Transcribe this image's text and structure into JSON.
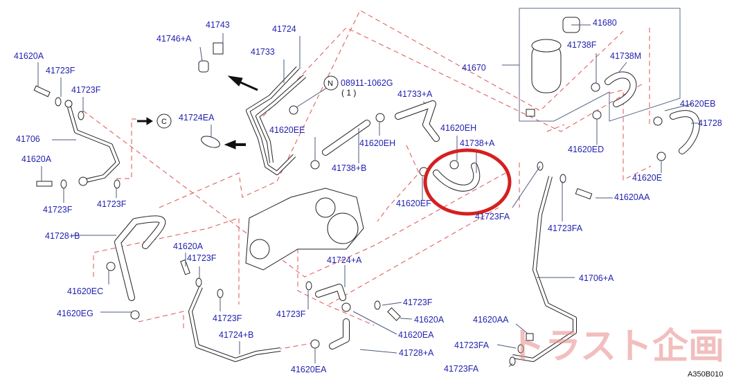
{
  "labels": [
    "41620A",
    "41723F",
    "41723F",
    "41706",
    "41620A",
    "41723F",
    "41723F",
    "C",
    "41746+A",
    "41743",
    "41724",
    "41733",
    "08911-1062G",
    "41724EA",
    "41620EE",
    "41733+A",
    "41620EH",
    "41738+B",
    "41620EH",
    "41738+A",
    "41620EF",
    "41670",
    "41680",
    "41738F",
    "41738M",
    "41620EB",
    "41728",
    "41620ED",
    "41620E",
    "41620AA",
    "41723FA",
    "41723FA",
    "41728+B",
    "41620A",
    "41723F",
    "41620EC",
    "41620EG",
    "41723F",
    "41724+A",
    "41706+A",
    "41723F",
    "41723F",
    "41620A",
    "41620EA",
    "41724+B",
    "41728+A",
    "41620EA",
    "41620AA",
    "41723FA",
    "41723FA"
  ],
  "nut_symbol": "N",
  "nut_qty": "( 1 )",
  "diagram_code": "A350B010",
  "watermark": "トラスト企画",
  "colors": {
    "label": "#1f1fb0",
    "dashed_lines": "#e05050",
    "highlight_circle": "#d42020"
  }
}
